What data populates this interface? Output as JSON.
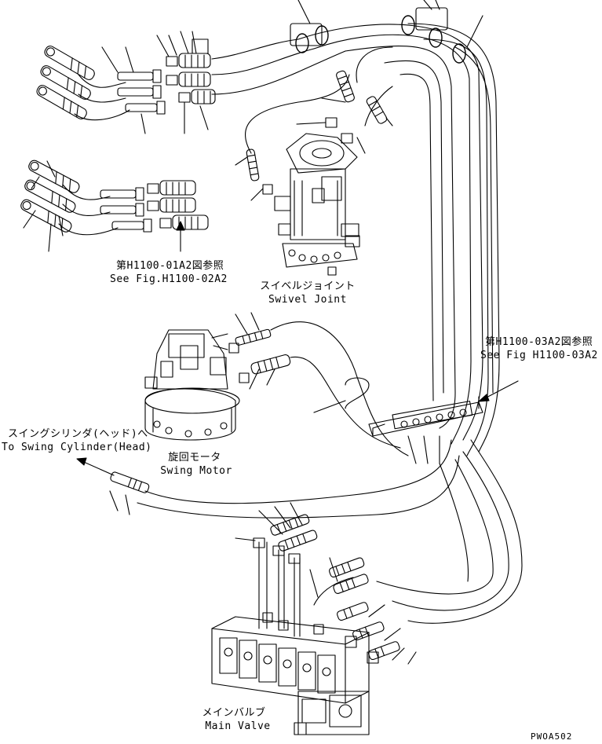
{
  "colors": {
    "ink": "#000000",
    "paper": "#ffffff"
  },
  "labels": {
    "ref_01a2_jp": "第H1100-01A2図参照",
    "ref_01a2_en": "See Fig.H1100-02A2",
    "swivel_jp": "スイベルジョイント",
    "swivel_en": "Swivel Joint",
    "ref_03a2_jp": "第H1100-03A2図参照",
    "ref_03a2_en": "See Fig H1100-03A2",
    "swing_cyl_jp": "スイングシリンダ(ヘッド)へ",
    "swing_cyl_en": "To Swing Cylinder(Head)",
    "swing_motor_jp": "旋回モータ",
    "swing_motor_en": "Swing Motor",
    "main_valve_jp": "メインバルブ",
    "main_valve_en": "Main Valve",
    "drawing_code": "PWOA502"
  }
}
